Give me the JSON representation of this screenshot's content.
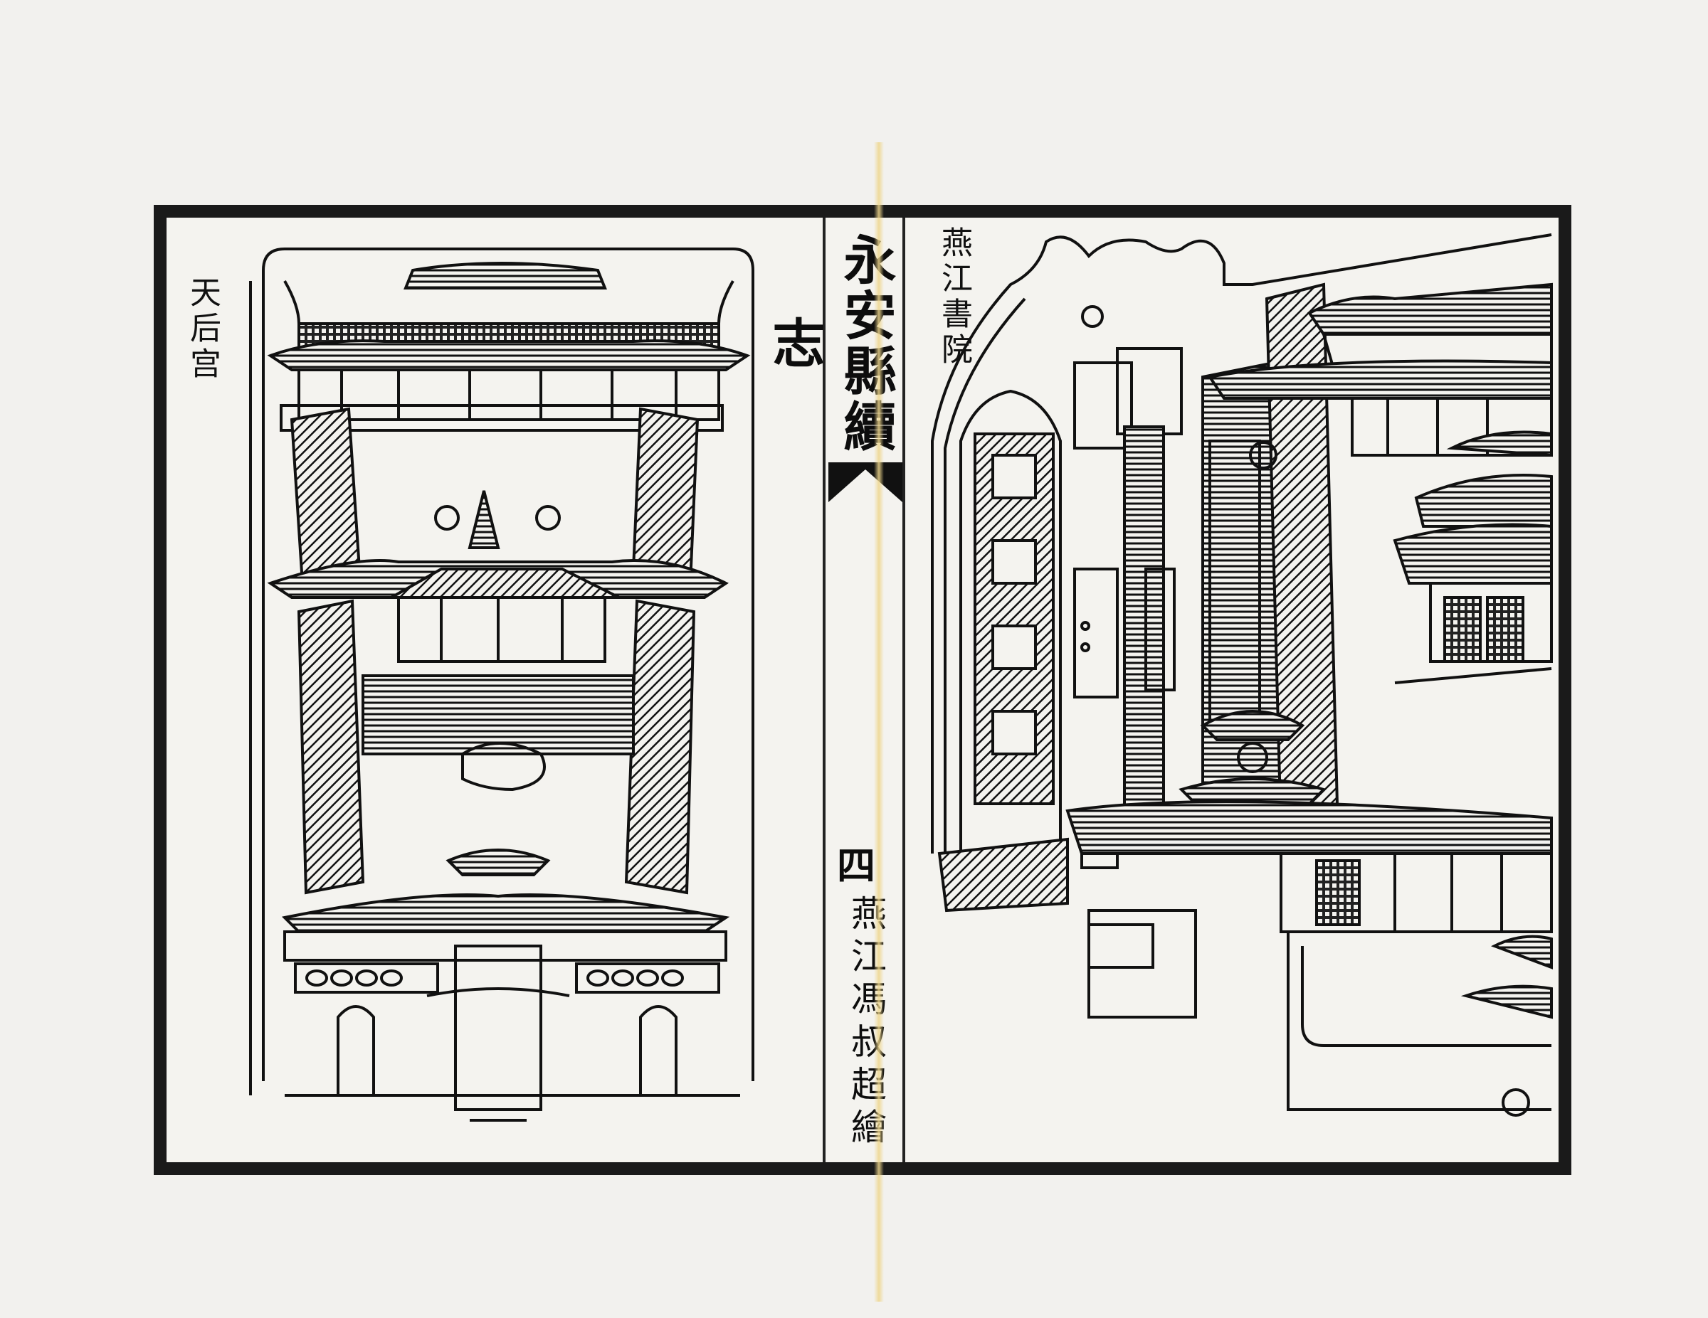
{
  "book": {
    "title": "永安縣續志",
    "folio": "四",
    "artist_credit": "燕江馮叔超繪"
  },
  "left_panel": {
    "label": "天后宫",
    "illustration": "temple-complex-woodcut"
  },
  "right_panel": {
    "label": "燕江書院",
    "illustration": "academy-courtyard-woodcut"
  },
  "colors": {
    "ink": "#111111",
    "paper": "#f4f3ef",
    "fold": "#eed68c"
  }
}
